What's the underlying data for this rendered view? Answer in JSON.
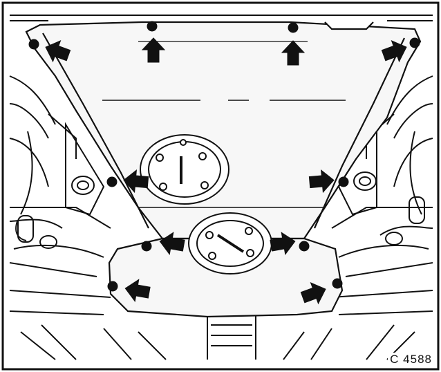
{
  "figure": {
    "code": "C 4588",
    "subject": "underbody-skid-plate-mounting-bolts",
    "arrow_count": 10,
    "bolt_count": 10
  },
  "colors": {
    "ink": "#111111",
    "paper": "#ffffff",
    "panel": "#f7f7f7",
    "frame": "#e6e6e6"
  },
  "icons": {
    "arrow": "arrow-icon",
    "bolt": "bolt-icon"
  }
}
